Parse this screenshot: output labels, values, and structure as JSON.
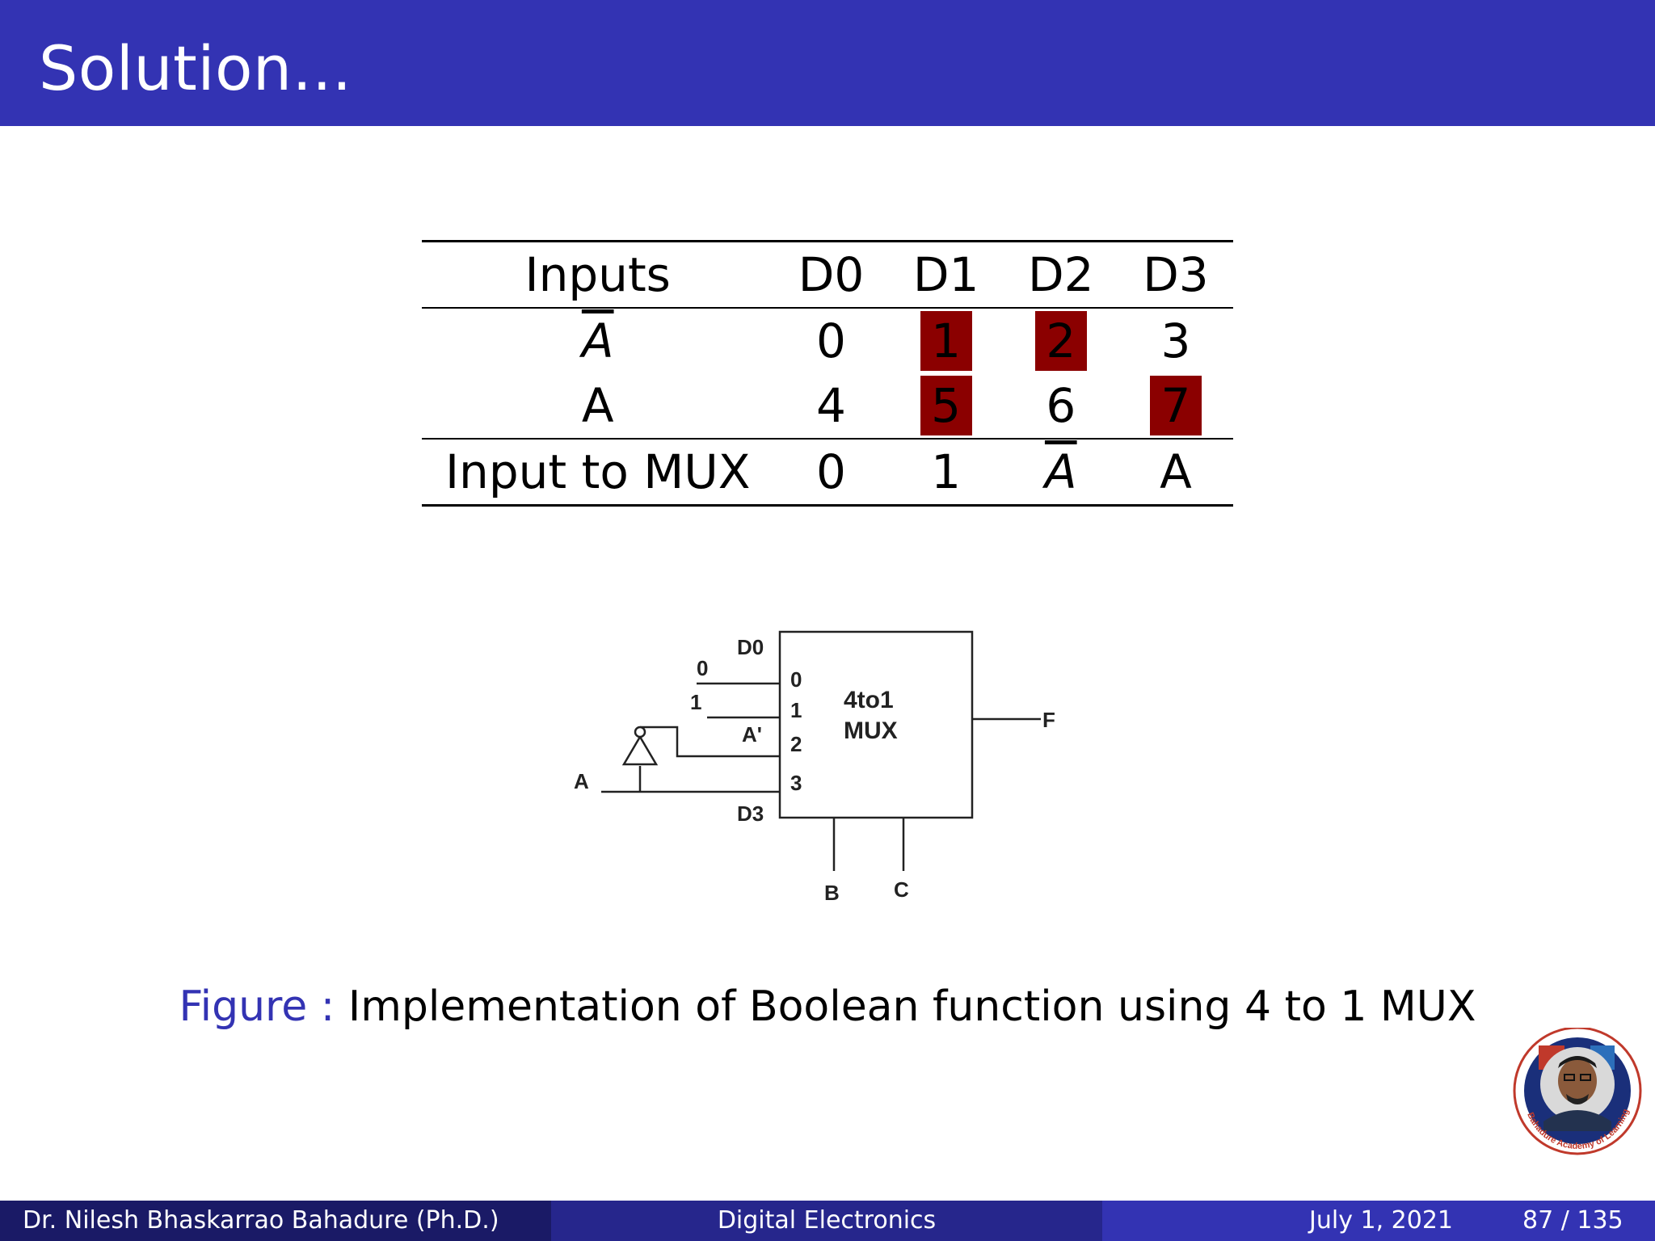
{
  "slide": {
    "title": "Solution..."
  },
  "table": {
    "headers": [
      "Inputs",
      "D0",
      "D1",
      "D2",
      "D3"
    ],
    "rows": [
      {
        "label": "A",
        "cells": [
          "0",
          "1",
          "2",
          "3"
        ],
        "highlighted": [
          false,
          true,
          true,
          false
        ]
      },
      {
        "label": "A",
        "cells": [
          "4",
          "5",
          "6",
          "7"
        ],
        "highlighted": [
          false,
          true,
          false,
          true
        ]
      }
    ],
    "result": {
      "label": "Input to MUX",
      "cells": [
        "0",
        "1",
        "A",
        "A"
      ]
    },
    "highlight_color": "#8b0000"
  },
  "diagram": {
    "mux_label_line1": "4to1",
    "mux_label_line2": "MUX",
    "pin_0": "0",
    "pin_1": "1",
    "pin_2": "2",
    "pin_3": "3",
    "d0_label": "D0",
    "d3_label": "D3",
    "input_0": "0",
    "input_1": "1",
    "input_a_not": "A'",
    "input_a": "A",
    "output": "F",
    "select_b": "B",
    "select_c": "C"
  },
  "caption": {
    "label": "Figure :",
    "text": "Implementation of Boolean function using 4 to 1 MUX"
  },
  "logo": {
    "text": "Bahadure Academy of Learning"
  },
  "footer": {
    "author": "Dr. Nilesh Bhaskarrao Bahadure (Ph.D.)",
    "course": "Digital Electronics",
    "date": "July 1, 2021",
    "page": "87 / 135"
  },
  "colors": {
    "header": "#3333b3",
    "footer_left": "#1a1a66",
    "footer_mid": "#26268c",
    "footer_right": "#3333b3"
  }
}
